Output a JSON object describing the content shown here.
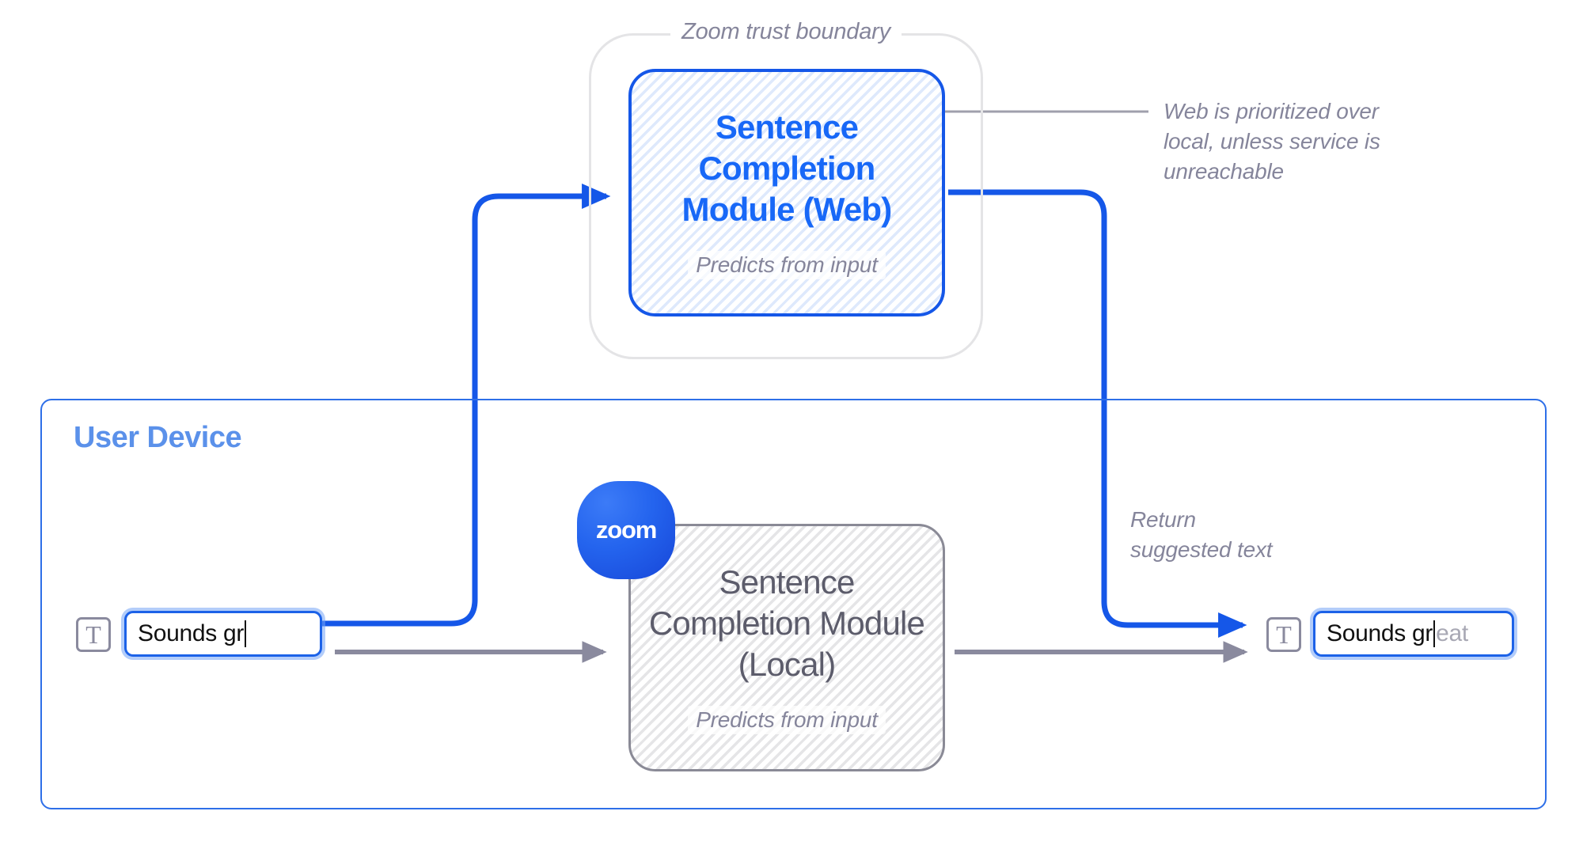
{
  "diagram": {
    "trust_boundary": {
      "label": "Zoom trust boundary"
    },
    "web_module": {
      "title": "Sentence Completion Module (Web)",
      "subtitle": "Predicts from input",
      "accent_color": "#1868F7"
    },
    "local_module": {
      "title": "Sentence Completion Module (Local)",
      "subtitle": "Predicts from input",
      "accent_color": "#5C5C6B"
    },
    "user_device": {
      "title": "User Device",
      "accent_color": "#5B91EA"
    },
    "brand_badge": {
      "label": "zoom",
      "color": "#2464EE"
    },
    "input_left": {
      "icon": "text-field-icon",
      "value": "Sounds gr",
      "suggestion": ""
    },
    "input_right": {
      "icon": "text-field-icon",
      "value": "Sounds gr",
      "suggestion": "eat"
    },
    "annotations": {
      "web_priority": "Web is prioritized over local, unless service is unreachable",
      "return_text": "Return suggested text"
    },
    "colors": {
      "blue_flow": "#1557E8",
      "gray_flow": "#8A8A9E",
      "hatch_blue": "#DEE9FC",
      "hatch_gray": "#E5E5E7"
    }
  }
}
